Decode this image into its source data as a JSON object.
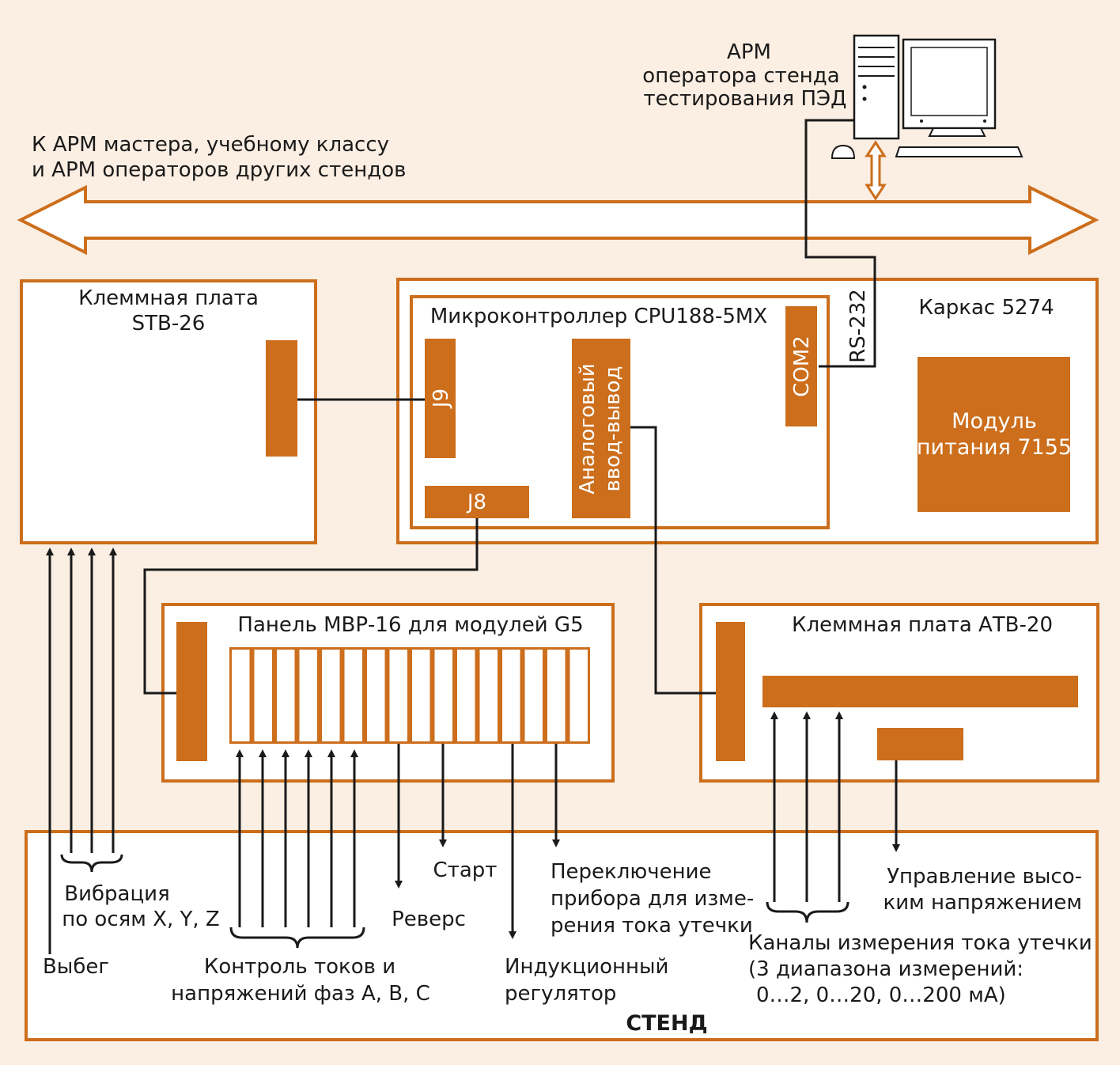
{
  "colors": {
    "background": "#fbeee2",
    "accent": "#cc6e1c",
    "line": "#1a1a1a",
    "box_fill": "#ffffff"
  },
  "workstation": {
    "icon": "computer-workstation-icon",
    "lines": [
      "АРМ",
      "оператора стенда",
      "тестирования ПЭД"
    ]
  },
  "network_bus": {
    "icon": "double-headed-bus-arrow",
    "caption_lines": [
      "К АРМ мастера, учебному классу",
      "и АРМ операторов других стендов"
    ]
  },
  "stb26": {
    "title_lines": [
      "Клеммная плата",
      "STB-26"
    ]
  },
  "frame": {
    "title": "Каркас 5274",
    "power_module_lines": [
      "Модуль",
      "питания 7155"
    ]
  },
  "cpu": {
    "title": "Микроконтроллер CPU188-5MX",
    "j9": "J9",
    "j8": "J8",
    "analog_lines": [
      "Аналоговый",
      "ввод-вывод"
    ],
    "com2": "COM2",
    "rs232": "RS-232"
  },
  "mbp16": {
    "title": "Панель МВР-16 для модулей G5",
    "slot_count": 16
  },
  "atb20": {
    "title": "Клеммная плата АТВ-20"
  },
  "stand": {
    "title": "СТЕНД",
    "vibration_lines": [
      "Вибрация",
      "по осям X, Y, Z"
    ],
    "runout": "Выбег",
    "phase_control_lines": [
      "Контроль токов и",
      "напряжений фаз А, В, С"
    ],
    "reverse": "Реверс",
    "start": "Старт",
    "induction_lines": [
      "Индукционный",
      "регулятор"
    ],
    "switch_lines": [
      "Переключение",
      "прибора для изме-",
      "рения тока утечки"
    ],
    "hv_control_lines": [
      "Управление высо-",
      "ким напряжением"
    ],
    "leakage_lines": [
      "Каналы измерения тока утечки",
      "(3 диапазона измерений:",
      "0…2, 0…20, 0…200 мА)"
    ]
  }
}
